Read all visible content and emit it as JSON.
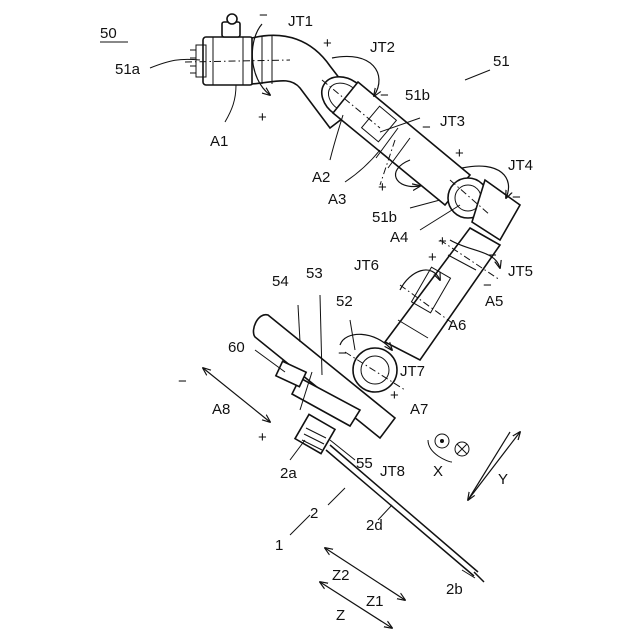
{
  "labels": {
    "fig_ref": "50",
    "arm": "51",
    "base": "51a",
    "link_upper": "51b",
    "link_lower": "51b",
    "jt1": "JT1",
    "jt2": "JT2",
    "jt3": "JT3",
    "jt4": "JT4",
    "jt5": "JT5",
    "jt6": "JT6",
    "jt7": "JT7",
    "jt8": "JT8",
    "a1": "A1",
    "a2": "A2",
    "a3": "A3",
    "a4": "A4",
    "a5": "A5",
    "a6": "A6",
    "a7": "A7",
    "a8": "A8",
    "n52": "52",
    "n53": "53",
    "n54": "54",
    "n55": "55",
    "n60": "60",
    "n2a": "2a",
    "n2": "2",
    "n1": "1",
    "n2d": "2d",
    "n2b": "2b",
    "x": "X",
    "y": "Y",
    "z": "Z",
    "z1": "Z1",
    "z2": "Z2"
  },
  "signs": {
    "minus": "−",
    "plus": "+"
  }
}
